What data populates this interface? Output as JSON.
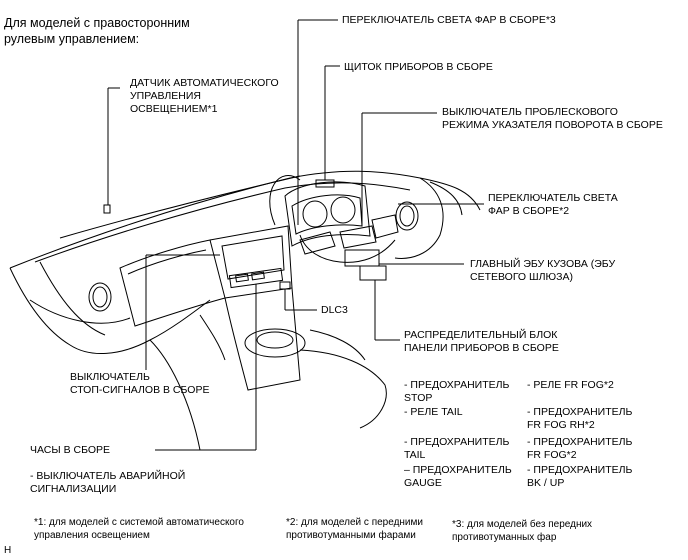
{
  "intro": "Для моделей с правосторонним\nрулевым управлением:",
  "labels": {
    "auto_light_sensor": "ДАТЧИК АВТОМАТИЧЕСКОГО\nУПРАВЛЕНИЯ\nОСВЕЩЕНИЕМ*1",
    "headlight_switch_3": "ПЕРЕКЛЮЧАТЕЛЬ СВЕТА ФАР В СБОРЕ*3",
    "instrument_panel": "ЩИТОК ПРИБОРОВ В СБОРЕ",
    "hazard_turn_switch": "ВЫКЛЮЧАТЕЛЬ ПРОБЛЕСКОВОГО\nРЕЖИМА УКАЗАТЕЛЯ ПОВОРОТА В СБОРЕ",
    "headlight_switch_2": "ПЕРЕКЛЮЧАТЕЛЬ СВЕТА\nФАР В СБОРЕ*2",
    "body_ecu": "ГЛАВНЫЙ ЭБУ КУЗОВА (ЭБУ\nСЕТЕВОГО ШЛЮЗА)",
    "dlc3": "DLC3",
    "junction_block": "РАСПРЕДЕЛИТЕЛЬНЫЙ БЛОК\nПАНЕЛИ ПРИБОРОВ В СБОРЕ",
    "stop_lamp_switch": "ВЫКЛЮЧАТЕЛЬ\nСТОП-СИГНАЛОВ В СБОРЕ",
    "clock": "ЧАСЫ В СБОРЕ",
    "hazard_switch": "- ВЫКЛЮЧАТЕЛЬ АВАРИЙНОЙ\nСИГНАЛИЗАЦИИ"
  },
  "junction_items": [
    "- ПРЕДОХРАНИТЕЛЬ\nSTOP",
    "- РЕЛЕ FR FOG*2",
    "- РЕЛЕ TAIL",
    "- ПРЕДОХРАНИТЕЛЬ\nFR FOG RH*2",
    "- ПРЕДОХРАНИТЕЛЬ\nTAIL",
    "- ПРЕДОХРАНИТЕЛЬ\nFR FOG*2",
    "– ПРЕДОХРАНИТЕЛЬ\nGAUGE",
    "- ПРЕДОХРАНИТЕЛЬ\nBK / UP"
  ],
  "footnotes": [
    "*1: для моделей с системой автоматического\nуправления освещением",
    "*2: для моделей с передними\nпротивотуманными фарами",
    "*3: для моделей без передних\nпротивотуманных фар"
  ],
  "corner_mark": "H"
}
